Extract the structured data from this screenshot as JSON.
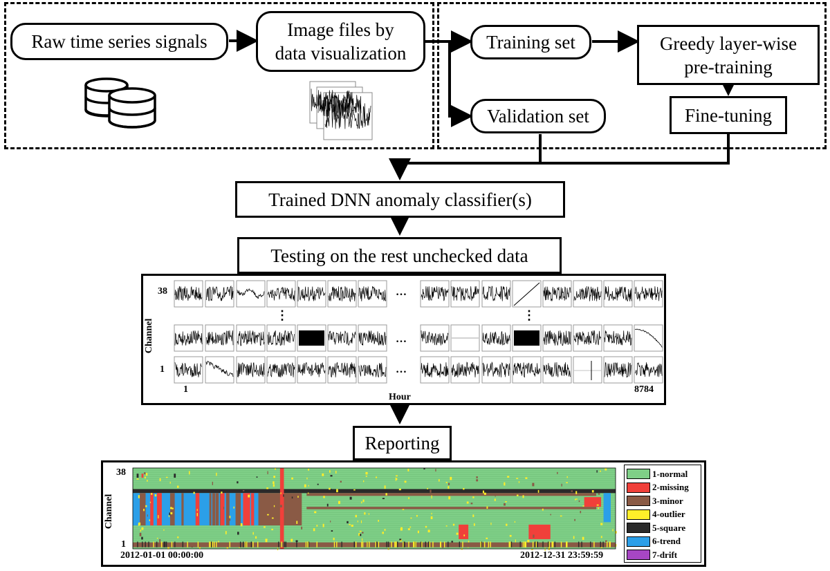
{
  "colors": {
    "normal": "#7fcf87",
    "missing": "#f0403a",
    "minor": "#8a5a45",
    "outlier": "#ffee2a",
    "square": "#2a2a2a",
    "trend": "#2b9fe8",
    "drift": "#a746c4"
  },
  "boxes": {
    "raw_signals": "Raw time series signals",
    "image_files": "Image files by\ndata visualization",
    "training_set": "Training set",
    "validation_set": "Validation set",
    "pretraining": "Greedy layer-wise\npre-training",
    "fine_tuning": "Fine-tuning",
    "trained_classifier": "Trained DNN anomaly classifier(s)",
    "testing": "Testing on the rest unchecked data",
    "reporting": "Reporting"
  },
  "testing_panel": {
    "channel_label": "Channel",
    "hour_label": "Hour",
    "channel_top": "38",
    "channel_bottom": "1",
    "hour_start": "1",
    "hour_end": "8784",
    "ellipsis": "…",
    "vellipsis": "⋮"
  },
  "report_panel": {
    "channel_label": "Channel",
    "channel_top": "38",
    "channel_bottom": "1",
    "date_start": "2012-01-01 00:00:00",
    "date_end": "2012-12-31 23:59:59"
  },
  "legend": [
    {
      "label": "1-normal",
      "color": "#7fcf87"
    },
    {
      "label": "2-missing",
      "color": "#f0403a"
    },
    {
      "label": "3-minor",
      "color": "#8a5a45"
    },
    {
      "label": "4-outlier",
      "color": "#ffee2a"
    },
    {
      "label": "5-square",
      "color": "#2a2a2a"
    },
    {
      "label": "6-trend",
      "color": "#2b9fe8"
    },
    {
      "label": "7-drift",
      "color": "#a746c4"
    }
  ]
}
